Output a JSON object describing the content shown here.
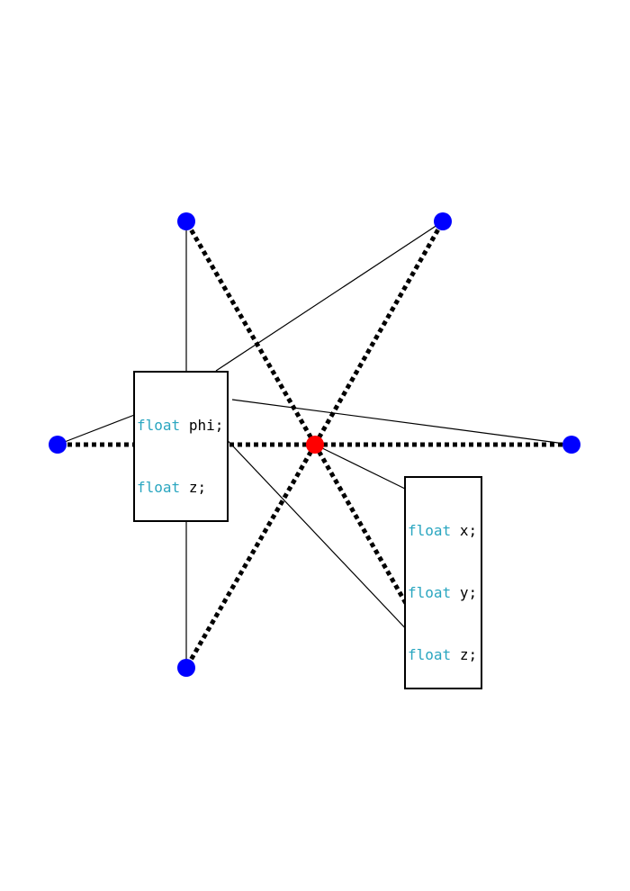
{
  "diagram": {
    "colors": {
      "outer_node": "#0000ff",
      "center_node": "#ff0000",
      "edge": "#000000",
      "keyword": "#2aa6c0"
    },
    "outer_node_count": 6,
    "box_left": {
      "lines": [
        {
          "type": "float",
          "name": "phi;"
        },
        {
          "type": "float",
          "name": "z;"
        }
      ]
    },
    "box_right": {
      "lines": [
        {
          "type": "float",
          "name": "x;"
        },
        {
          "type": "float",
          "name": "y;"
        },
        {
          "type": "float",
          "name": "z;"
        }
      ]
    }
  }
}
